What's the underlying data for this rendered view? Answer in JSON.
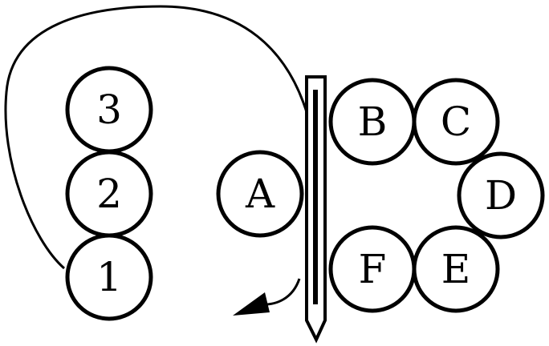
{
  "diagram": {
    "left_column": {
      "labels": [
        "3",
        "2",
        "1"
      ]
    },
    "center": {
      "label": "A"
    },
    "ring": {
      "labels": [
        "B",
        "C",
        "D",
        "E",
        "F"
      ]
    }
  }
}
